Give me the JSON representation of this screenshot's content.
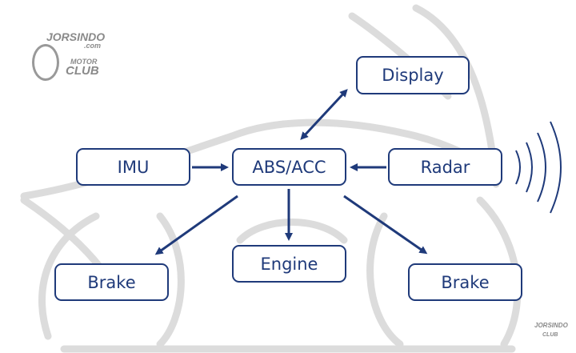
{
  "logo": {
    "line1": "JORSINDO",
    "line2": ".com",
    "line3": "MOTOR",
    "line4": "CLUB"
  },
  "nodes": {
    "display": "Display",
    "imu": "IMU",
    "abs_acc": "ABS/ACC",
    "radar": "Radar",
    "engine": "Engine",
    "brake_left": "Brake",
    "brake_right": "Brake"
  },
  "edges": [
    {
      "from": "imu",
      "to": "abs_acc"
    },
    {
      "from": "radar",
      "to": "abs_acc"
    },
    {
      "from": "abs_acc",
      "to": "display",
      "bidirectional": true
    },
    {
      "from": "abs_acc",
      "to": "engine"
    },
    {
      "from": "abs_acc",
      "to": "brake_left"
    },
    {
      "from": "abs_acc",
      "to": "brake_right"
    }
  ],
  "colors": {
    "accent": "#1f3a7a",
    "background_art": "#d9d9d9"
  }
}
